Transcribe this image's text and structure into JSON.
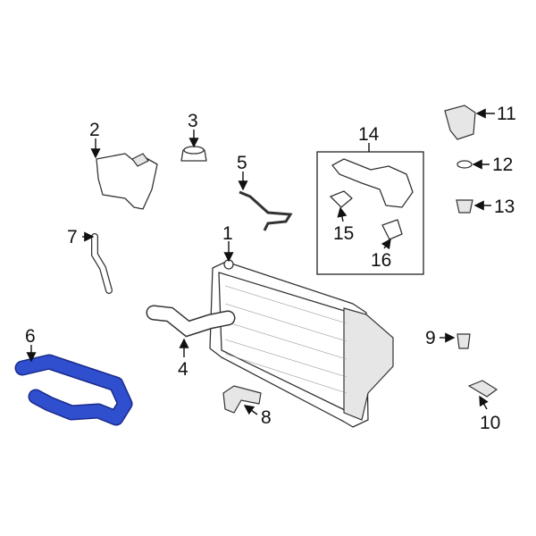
{
  "diagram": {
    "highlight_color": "#2f4fcf",
    "callouts": [
      {
        "id": "1",
        "label": "1",
        "part": "radiator"
      },
      {
        "id": "2",
        "label": "2",
        "part": "coolant-reservoir"
      },
      {
        "id": "3",
        "label": "3",
        "part": "reservoir-cap"
      },
      {
        "id": "4",
        "label": "4",
        "part": "upper-radiator-hose"
      },
      {
        "id": "5",
        "label": "5",
        "part": "bypass-tube"
      },
      {
        "id": "6",
        "label": "6",
        "part": "lower-radiator-hose",
        "highlighted": true
      },
      {
        "id": "7",
        "label": "7",
        "part": "overflow-hose"
      },
      {
        "id": "8",
        "label": "8",
        "part": "radiator-bracket"
      },
      {
        "id": "9",
        "label": "9",
        "part": "insulator"
      },
      {
        "id": "10",
        "label": "10",
        "part": "lower-insulator"
      },
      {
        "id": "11",
        "label": "11",
        "part": "thermostat-housing"
      },
      {
        "id": "12",
        "label": "12",
        "part": "o-ring"
      },
      {
        "id": "13",
        "label": "13",
        "part": "thermostat"
      },
      {
        "id": "14",
        "label": "14",
        "part": "water-outlet-assembly"
      },
      {
        "id": "15",
        "label": "15",
        "part": "gasket"
      },
      {
        "id": "16",
        "label": "16",
        "part": "seal"
      }
    ]
  }
}
